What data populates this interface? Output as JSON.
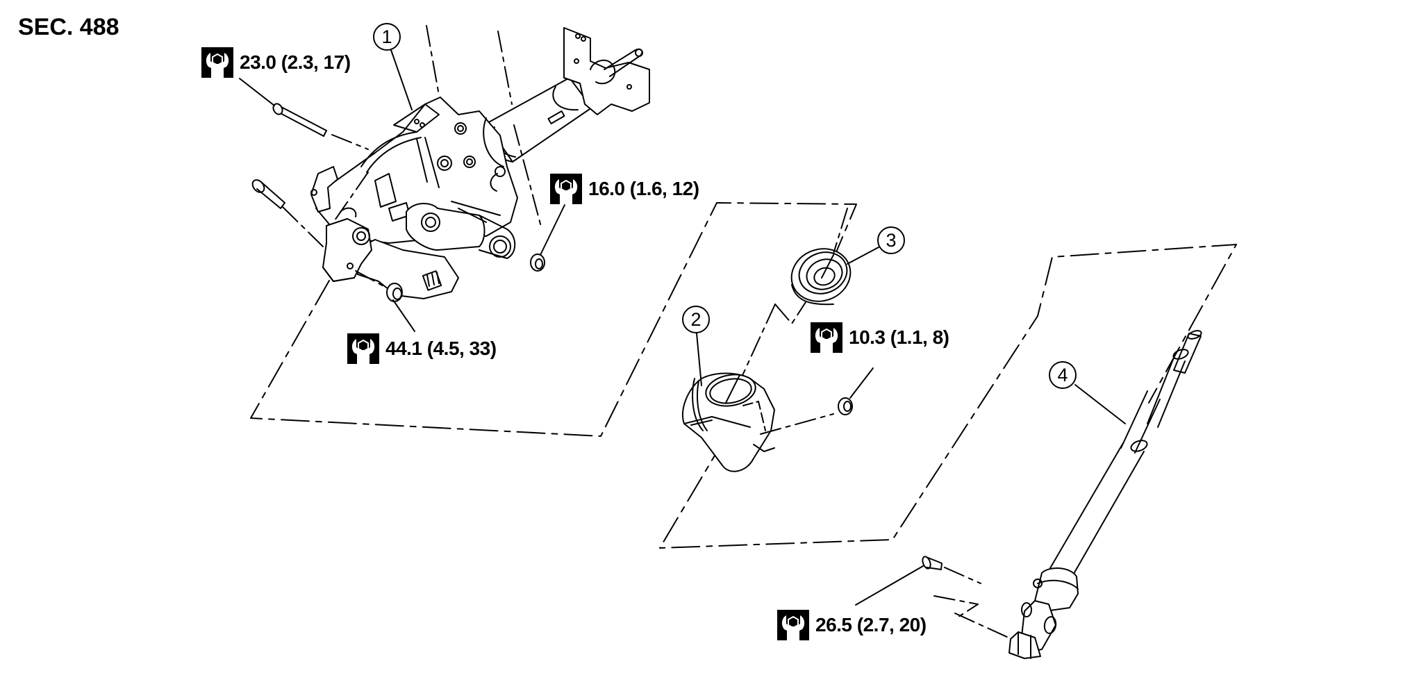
{
  "section": {
    "label": "SEC. 488"
  },
  "callouts": [
    {
      "id": "1",
      "part": "steering-column-assembly"
    },
    {
      "id": "2",
      "part": "hole-cover"
    },
    {
      "id": "3",
      "part": "seal"
    },
    {
      "id": "4",
      "part": "lower-shaft"
    }
  ],
  "torque_specs": [
    {
      "icon": "torque-wrench-icon",
      "value": "23.0 (2.3, 17)",
      "target": "column-mounting-bolt"
    },
    {
      "icon": "torque-wrench-icon",
      "value": "16.0 (1.6, 12)",
      "target": "column-mounting-nut-upper"
    },
    {
      "icon": "torque-wrench-icon",
      "value": "44.1 (4.5, 33)",
      "target": "column-mounting-nut-lower"
    },
    {
      "icon": "torque-wrench-icon",
      "value": "10.3 (1.1, 8)",
      "target": "hole-cover-nut"
    },
    {
      "icon": "torque-wrench-icon",
      "value": "26.5 (2.7, 20)",
      "target": "lower-shaft-joint-bolt"
    }
  ],
  "colors": {
    "line": "#000000",
    "background": "#ffffff"
  }
}
